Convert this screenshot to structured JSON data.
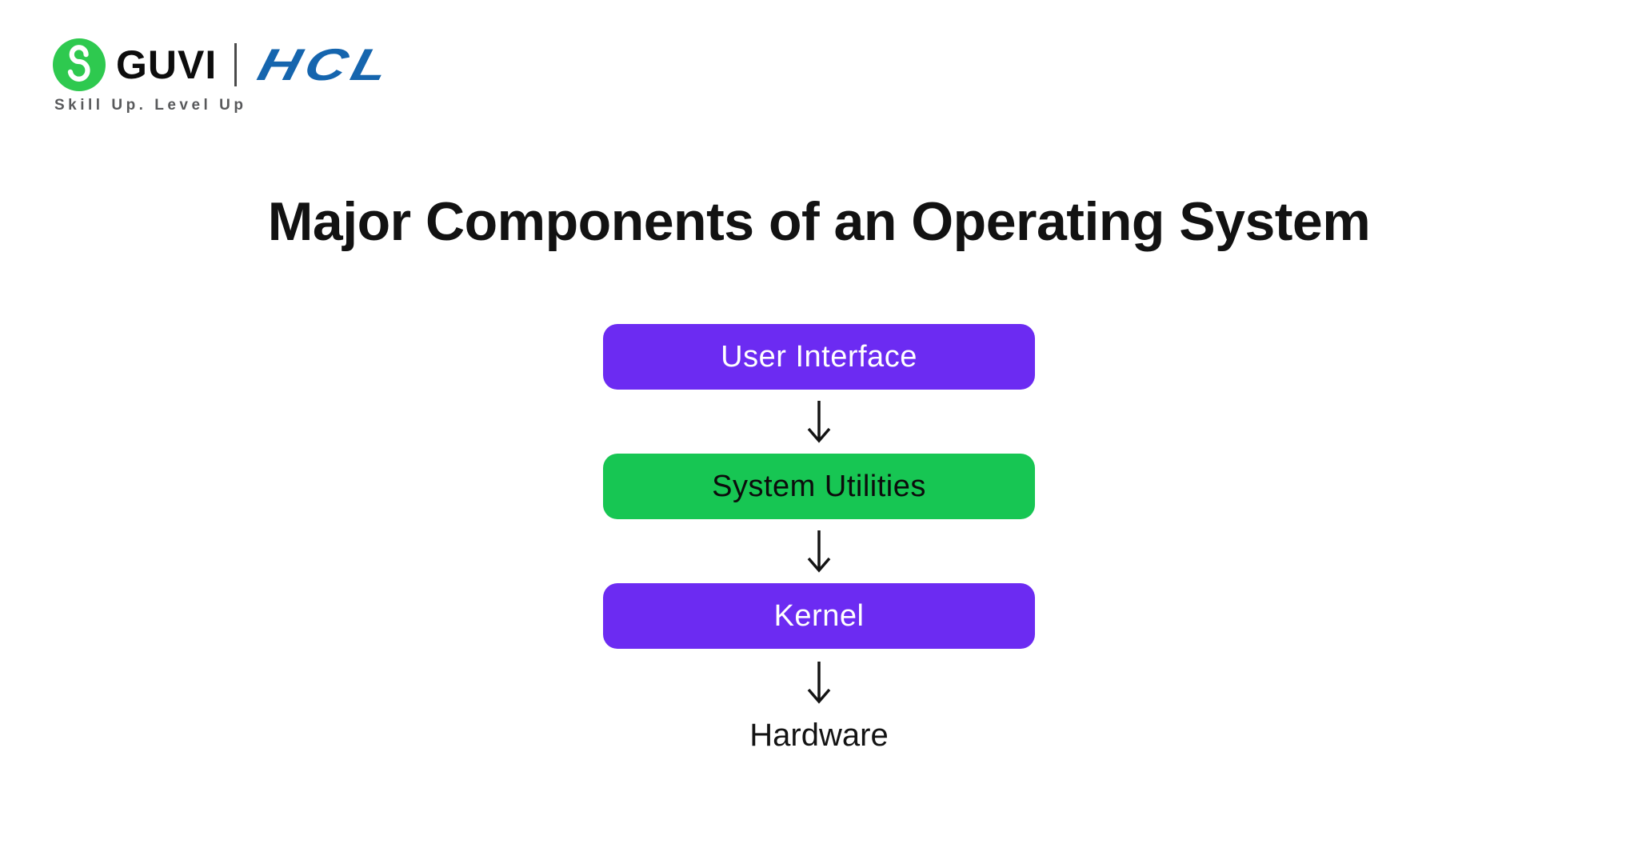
{
  "header": {
    "guvi_wordmark": "GUVI",
    "hcl_wordmark": "HCL",
    "tagline": "Skill Up. Level Up"
  },
  "title": "Major Components of an Operating System",
  "diagram": {
    "type": "vertical-flowchart",
    "connector": "down-arrow",
    "nodes": [
      {
        "label": "User Interface",
        "style": "purple-box"
      },
      {
        "label": "System Utilities",
        "style": "green-box"
      },
      {
        "label": "Kernel",
        "style": "purple-box"
      },
      {
        "label": "Hardware",
        "style": "plain-text"
      }
    ]
  },
  "colors": {
    "node_purple": "#6C2BF2",
    "node_green": "#17C653",
    "guvi_green": "#2EC94F",
    "hcl_blue": "#1565AE",
    "tagline_gray": "#58595B",
    "text_black": "#131313"
  }
}
